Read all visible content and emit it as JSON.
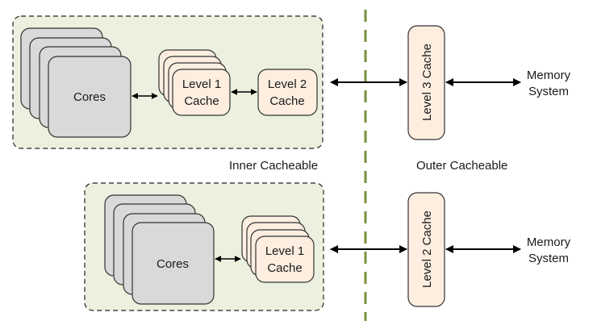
{
  "colors": {
    "region_fill": "#ebf1de",
    "core_fill": "#d9d9d9",
    "cache_fill": "#fdeee0",
    "divider": "#76923c",
    "stroke": "#1a1a1a"
  },
  "top_cluster": {
    "cores_label": "Cores",
    "l1_label_line1": "Level 1",
    "l1_label_line2": "Cache",
    "l2_label_line1": "Level 2",
    "l2_label_line1b": "Cache",
    "outer_cache_label": "Level 3 Cache",
    "memory_line1": "Memory",
    "memory_line2": "System"
  },
  "bottom_cluster": {
    "cores_label": "Cores",
    "l1_label_line1": "Level 1",
    "l1_label_line2": "Cache",
    "outer_cache_label": "Level 2 Cache",
    "memory_line1": "Memory",
    "memory_line2": "System"
  },
  "regions": {
    "inner_label": "Inner Cacheable",
    "outer_label": "Outer Cacheable"
  }
}
